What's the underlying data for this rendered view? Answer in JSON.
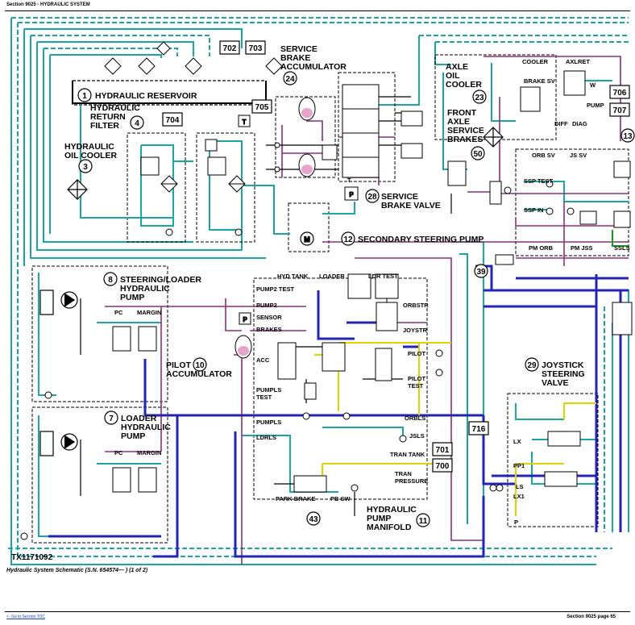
{
  "header": {
    "section": "Section 9025 - HYDRAULIC SYSTEM"
  },
  "drawing_id": "TX1171092",
  "caption": "Hydraulic System Schematic (S.N. 654574— ) (1 of 2)",
  "footer": {
    "link": "<- Go to Section TOC",
    "page": "Section 9025 page 65"
  },
  "colors": {
    "cyan": "#1aa6a6",
    "dashed_cyan": "#1aa6a6",
    "blue": "#2323b5",
    "magenta": "#8a2f7a",
    "yellow": "#e0d200",
    "green": "#10a020",
    "black": "#000000"
  },
  "icons": [
    "reservoir-icon",
    "filter-icon",
    "cooler-icon",
    "pump-icon",
    "motor-icon",
    "accumulator-icon",
    "valve-icon",
    "check-valve-icon"
  ],
  "components": [
    {
      "num": "1",
      "name": "HYDRAULIC RESERVOIR"
    },
    {
      "num": "4",
      "name": "HYDRAULIC RETURN FILTER"
    },
    {
      "num": "3",
      "name": "HYDRAULIC OIL COOLER"
    },
    {
      "num": "24",
      "name": "SERVICE BRAKE ACCUMULATOR"
    },
    {
      "num": "28",
      "name": "SERVICE BRAKE VALVE"
    },
    {
      "num": "23",
      "name": "AXLE OIL COOLER"
    },
    {
      "num": "50",
      "name": "FRONT AXLE SERVICE BRAKES"
    },
    {
      "num": "12",
      "name": "SECONDARY STEERING PUMP"
    },
    {
      "num": "8",
      "name": "STEERING/LOADER HYDRAULIC PUMP"
    },
    {
      "num": "7",
      "name": "LOADER HYDRAULIC PUMP"
    },
    {
      "num": "10",
      "name": "PILOT ACCUMULATOR"
    },
    {
      "num": "29",
      "name": "JOYSTICK STEERING VALVE"
    },
    {
      "num": "11",
      "name": "HYDRAULIC PUMP MANIFOLD"
    },
    {
      "num": "43",
      "name": ""
    },
    {
      "num": "39",
      "name": ""
    },
    {
      "num": "13",
      "name": ""
    }
  ],
  "test_ports": [
    "702",
    "703",
    "704",
    "705",
    "706",
    "707",
    "716",
    "701",
    "700"
  ],
  "labels": {
    "reservoir": "HYDRAULIC RESERVOIR",
    "filter": [
      "HYDRAULIC",
      "RETURN",
      "FILTER"
    ],
    "cooler": [
      "HYDRAULIC",
      "OIL COOLER"
    ],
    "accum": [
      "SERVICE",
      "BRAKE",
      "ACCUMULATOR"
    ],
    "brake_valve": [
      "SERVICE",
      "BRAKE VALVE"
    ],
    "axle_cooler": [
      "AXLE",
      "OIL",
      "COOLER"
    ],
    "front_axle": [
      "FRONT",
      "AXLE",
      "SERVICE",
      "BRAKES"
    ],
    "secondary": "SECONDARY STEERING PUMP",
    "pump8": [
      "STEERING/LOADER",
      "HYDRAULIC",
      "PUMP"
    ],
    "pump7": [
      "LOADER",
      "HYDRAULIC",
      "PUMP"
    ],
    "pilot_accum": [
      "PILOT",
      "ACCUMULATOR"
    ],
    "joystick": [
      "JOYSTICK",
      "STEERING",
      "VALVE"
    ],
    "manifold": [
      "HYDRAULIC",
      "PUMP",
      "MANIFOLD"
    ],
    "ports": {
      "cooler": "COOLER",
      "axlret": "AXLRET",
      "brake_sv": "BRAKE SV",
      "w": "W",
      "pump": "PUMP",
      "diff": "DIFF",
      "diag": "DIAG",
      "orb_sv": "ORB SV",
      "js_sv": "JS SV",
      "ssp_test": "SSP TEST",
      "ssp_in": "SSP IN",
      "pm_orb": "PM ORB",
      "pm_jss": "PM JSS",
      "ssls": "SSLS",
      "hyd_tank": "HYD TANK",
      "loader": "LOADER",
      "ldr_test": "LDR TEST",
      "pump2_test": "PUMP2 TEST",
      "pump2": "PUMP2",
      "sensor": "SENSOR",
      "brakes": "BRAKES",
      "orbstr": "ORBSTR",
      "joystr": "JOYSTR",
      "acc": "ACC",
      "pilot": "PILOT",
      "pilot_test": [
        "PILOT",
        "TEST"
      ],
      "pumpls_test": [
        "PUMPLS",
        "TEST"
      ],
      "pumpls": "PUMPLS",
      "orbls": "ORBLS",
      "ldrls": "LDRLS",
      "jsls": "JSLS",
      "tran_tank": "TRAN TANK",
      "tran_pressure": [
        "TRAN",
        "PRESSURE"
      ],
      "park_brake": "PARK BRAKE",
      "pb_sw": "PB SW",
      "pc": "PC",
      "margin": "MARGIN",
      "lx": "LX",
      "pp1": "PP1",
      "ls": "LS",
      "lx1": "LX1",
      "p": "P",
      "t": "T"
    }
  }
}
